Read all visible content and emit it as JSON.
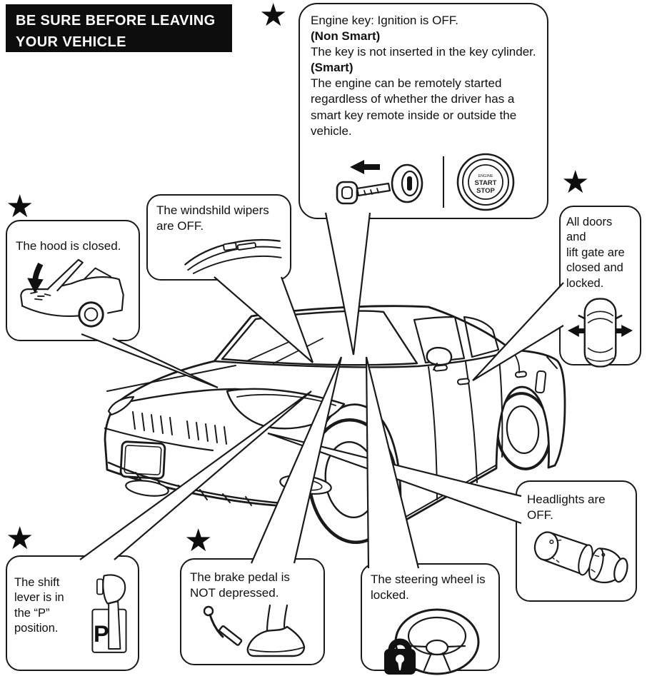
{
  "title_box": {
    "line1": "BE SURE BEFORE LEAVING",
    "line2": "YOUR VEHICLE"
  },
  "star_glyph": "★",
  "callouts": {
    "engine_key": {
      "line1": "Engine key: Ignition is OFF.",
      "nonsmart_label": "(Non Smart)",
      "nonsmart_text": "The key is not inserted in the key cylinder.",
      "smart_label": "(Smart)",
      "smart_text": "The engine can be remotely started regardless of whether the driver has a smart key remote inside or outside the vehicle.",
      "button": {
        "line1": "ENGINE",
        "line2": "START",
        "line3": "STOP"
      }
    },
    "hood": {
      "text": "The hood is closed."
    },
    "wipers": {
      "text": "The windshild wipers are OFF."
    },
    "doors": {
      "lines": [
        "All doors and",
        "lift gate are",
        "closed and",
        "locked."
      ]
    },
    "shift": {
      "lines": [
        "The shift",
        "lever is in",
        "the “P” position."
      ],
      "gear_label": "P"
    },
    "brake": {
      "text": "The brake pedal is NOT depressed."
    },
    "steering": {
      "text": "The steering wheel is locked."
    },
    "headlights": {
      "text": "Headlights are OFF."
    }
  },
  "colors": {
    "ink": "#1a1a1a",
    "paper": "#ffffff",
    "title_bg": "#0d0d0d",
    "title_fg": "#ffffff"
  }
}
